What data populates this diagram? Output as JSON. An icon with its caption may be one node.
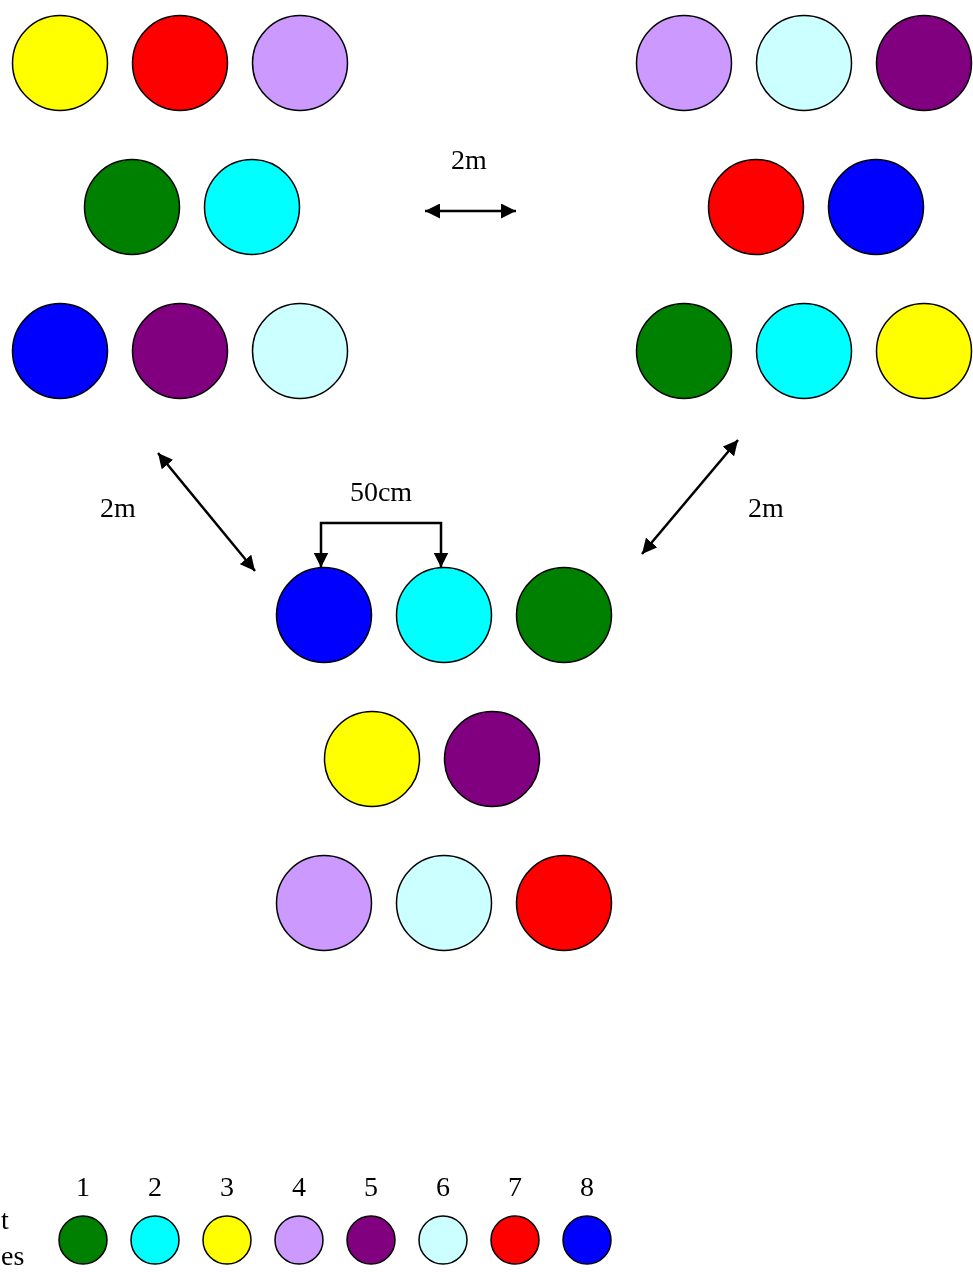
{
  "diagram": {
    "nodes": [
      {
        "text": [],
        "shape": "circle"
      },
      {
        "text": [],
        "shape": "circle"
      },
      {
        "text": [],
        "shape": "circle"
      },
      {
        "text": [],
        "shape": "circle"
      },
      {
        "text": [],
        "shape": "circle"
      },
      {
        "text": [],
        "shape": "circle"
      },
      {
        "text": [],
        "shape": "circle"
      },
      {
        "text": [],
        "shape": "circle"
      },
      {
        "text": [],
        "shape": "circle"
      },
      {
        "text": [],
        "shape": "circle"
      },
      {
        "text": [],
        "shape": "circle"
      },
      {
        "text": [],
        "shape": "circle"
      },
      {
        "text": [],
        "shape": "circle"
      },
      {
        "text": [],
        "shape": "circle"
      },
      {
        "text": [],
        "shape": "circle"
      },
      {
        "text": [],
        "shape": "circle"
      },
      {
        "text": [],
        "shape": "circle"
      },
      {
        "text": [],
        "shape": "circle"
      },
      {
        "text": [],
        "shape": "circle"
      },
      {
        "text": [],
        "shape": "circle"
      },
      {
        "text": [],
        "shape": "circle"
      },
      {
        "text": [],
        "shape": "circle"
      },
      {
        "text": [],
        "shape": "circle"
      },
      {
        "text": [],
        "shape": "circle"
      }
    ],
    "edges": [
      {
        "from": 16,
        "to": 17,
        "arrow": "both",
        "label": "50cm"
      }
    ],
    "labels": [
      "2m",
      "2m",
      "2m",
      "t",
      "es"
    ],
    "legend": [
      {
        "text": "1",
        "color": "#008000"
      },
      {
        "text": "2",
        "color": "#00ffff"
      },
      {
        "text": "3",
        "color": "#ffff00"
      },
      {
        "text": "4",
        "color": "#cc99ff"
      },
      {
        "text": "5",
        "color": "#800080"
      },
      {
        "text": "6",
        "color": "#ccffff"
      },
      {
        "text": "7",
        "color": "#ff0000"
      },
      {
        "text": "8",
        "color": "#0000ff"
      }
    ]
  }
}
